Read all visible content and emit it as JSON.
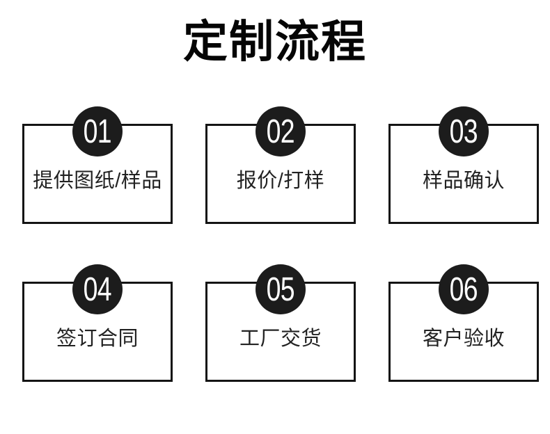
{
  "page": {
    "background": "#ffffff"
  },
  "header": {
    "title": "定制流程"
  },
  "steps": [
    {
      "number": "01",
      "label": "提供图纸/样品"
    },
    {
      "number": "02",
      "label": "报价/打样"
    },
    {
      "number": "03",
      "label": "样品确认"
    },
    {
      "number": "04",
      "label": "签订合同"
    },
    {
      "number": "05",
      "label": "工厂交货"
    },
    {
      "number": "06",
      "label": "客户验收"
    }
  ],
  "colors": {
    "title_text": "#050505",
    "box_border": "#141414",
    "badge_background": "#1c1c1c",
    "badge_text": "#ffffff",
    "label_text": "#222222"
  }
}
